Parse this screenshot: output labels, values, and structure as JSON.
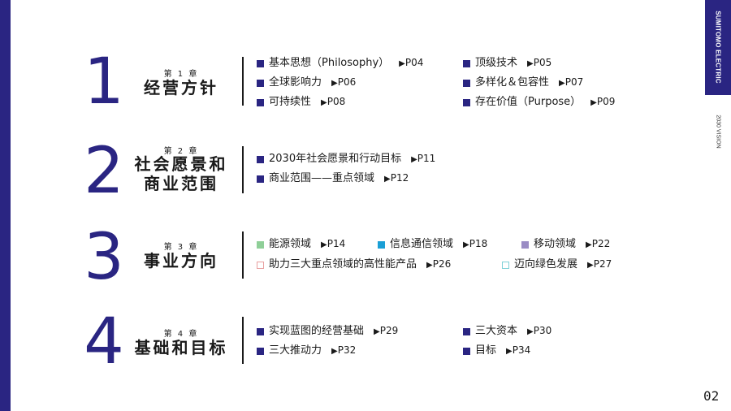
{
  "brand": "SUMITOMO ELECTRIC",
  "vision_label": "2030 VISION",
  "page_number": "02",
  "colors": {
    "navy": "#2a2582",
    "energy_green": "#8fcf98",
    "info_blue": "#1a9fd6",
    "mobility_purple": "#9a8cc4",
    "outline_red": "#e8a0a0",
    "outline_teal": "#7fd1d8"
  },
  "chapters": [
    {
      "number": "1",
      "label": "第 1 章",
      "title": [
        "经营方针"
      ],
      "items": [
        {
          "text": "基本思想（Philosophy）",
          "page": "P04"
        },
        {
          "text": "顶级技术",
          "page": "P05"
        },
        {
          "text": "全球影响力",
          "page": "P06"
        },
        {
          "text": "多样化＆包容性",
          "page": "P07"
        },
        {
          "text": "可持续性",
          "page": "P08"
        },
        {
          "text": "存在价值（Purpose）",
          "page": "P09"
        }
      ]
    },
    {
      "number": "2",
      "label": "第 2 章",
      "title": [
        "社会愿景和",
        "商业范围"
      ],
      "items": [
        {
          "text": "2030年社会愿景和行动目标",
          "page": "P11"
        },
        {
          "text": "商业范围——重点领域",
          "page": "P12"
        }
      ]
    },
    {
      "number": "3",
      "label": "第 3 章",
      "title": [
        "事业方向"
      ],
      "items": [
        {
          "text": "能源领域",
          "page": "P14"
        },
        {
          "text": "信息通信领域",
          "page": "P18"
        },
        {
          "text": "移动领域",
          "page": "P22"
        },
        {
          "text": "助力三大重点领域的高性能产品",
          "page": "P26"
        },
        {
          "text": "迈向绿色发展",
          "page": "P27"
        }
      ]
    },
    {
      "number": "4",
      "label": "第 4 章",
      "title": [
        "基础和目标"
      ],
      "items": [
        {
          "text": "实现蓝图的经营基础",
          "page": "P29"
        },
        {
          "text": "三大资本",
          "page": "P30"
        },
        {
          "text": "三大推动力",
          "page": "P32"
        },
        {
          "text": "目标",
          "page": "P34"
        }
      ]
    }
  ]
}
